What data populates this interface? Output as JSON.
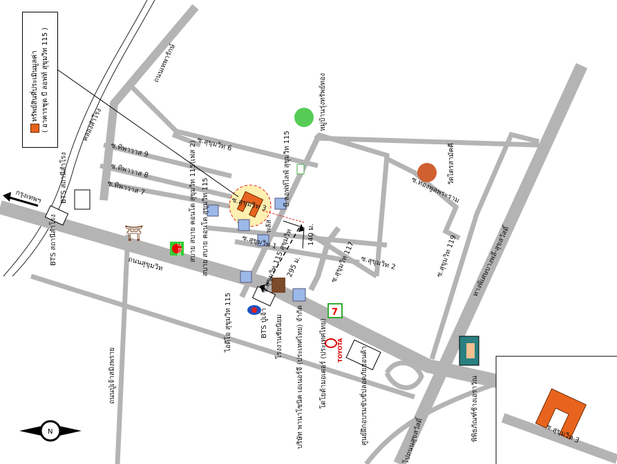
{
  "legend": {
    "title": "ทรัพย์สินที่ประเมินมูลค่า",
    "subtitle": "( อาคารชุด บี ลอฟท์ สุขุมวิท 115 )",
    "marker_color": "#e8641e"
  },
  "roads": {
    "sukhumvit": "ถนนสุขุมวิท",
    "thepharak": "ถนนเทพารักษ์",
    "srinakarin": "ถนนปู่เจ้าสมิงพราย",
    "bangna_expressway": "ทางพิเศษบางพลี-สุขสวัสดิ์",
    "to_sukhumvit_old": "ไปถนนสุขสวัสดิ์",
    "to_bangkok": "กรุงเทพฯ",
    "railway_label": "คลองสำโรง"
  },
  "sois": {
    "soi_1": "ซ.สุขุมวิท 1",
    "soi_2": "ซ.สุขุมวิท 2",
    "soi_3": "ซ.สุขุมวิท 3",
    "soi_6": "ซ.สุขุมวิท 6",
    "soi_7": "ซ.ทิพาวาส 7",
    "soi_8": "ซ.ทิพาวาส 8",
    "soi_9": "ซ.ทิพาวาส 9",
    "soi_115": "ซ.สุขุมวิท 115 สุขุมวิท",
    "soi_117": "ซ.สุขุมวิท 117",
    "soi_119": "ซ.สุขุมวิท 119",
    "wat_soi": "ซ.ทองพูลพระราม"
  },
  "landmarks": {
    "bts_samrong_1": "BTS สถานีสำโรง",
    "bts_samrong_2": "BTS สถานีสำโรง",
    "bts_pu_chao": "BTS ปู่เจ้า",
    "b_loft": "บี ลอฟท์ไลฟ์ สุขุมวิท 115",
    "sabai_1": "สบาย สบาย คอนโด สุขุมวิท 115(เฟส 2)",
    "sabai_2": "สบาย สบาย คอนโด สุขุมวิท 115",
    "plus": "พลัส",
    "ideo": "ไอดีโอ สุขุมวิท 115",
    "chainiyom": "โรงงานชัยนิยม",
    "panasonic": "บริษัท พานาโซนิค เอเนอร์จี (ประเทศไทย) จำกัด",
    "toyota": "โตโยต้ามอเตอร์ (ประเทศไทย)",
    "toyota_logo": "TOYOTA",
    "training_center": "ศูนย์ฝึกอบรมขับขี่ปลอดภัยฮอนด้า",
    "wat": "วัดไตรสามัคคี",
    "village": "หมู่บ้านรุ่งทรัพย์ทอง",
    "museum": "พิพิธภัณฑ์ช้างเอราวัณ",
    "bigc_logo": "Big C"
  },
  "distances": {
    "d1": "295 ม.",
    "d2": "140 ม."
  },
  "inset": {
    "soi_label": "ซ.สุขุมวิท 3"
  },
  "compass": {
    "north": "N"
  },
  "colors": {
    "road": "#b4b4b4",
    "property": "#e8641e",
    "highlight_circle": "#fdf0b0",
    "distance_arrow": "#e02020"
  }
}
